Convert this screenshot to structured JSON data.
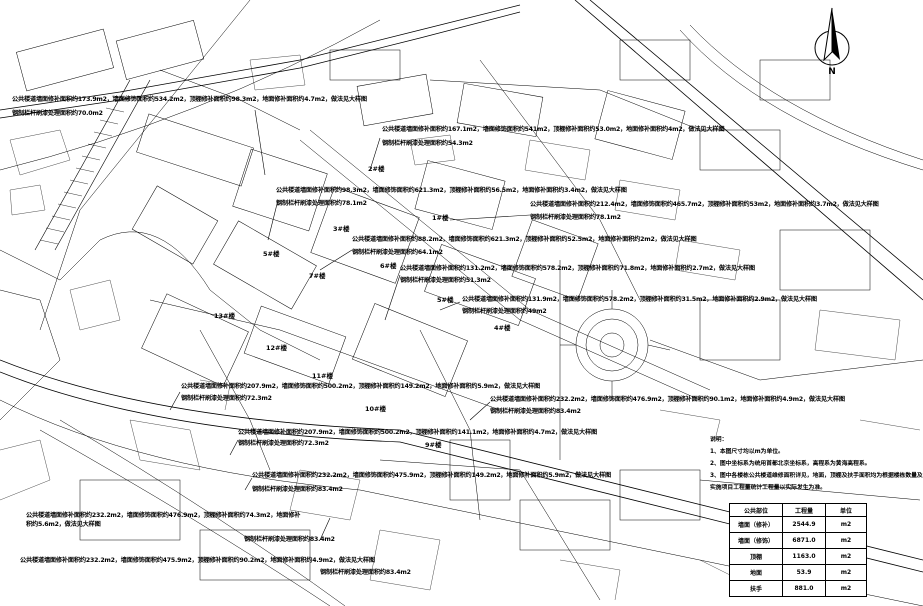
{
  "annotations": [
    {
      "id": "a1",
      "line1": "公共楼道墙面修补面积约173.9m2，墙面修饰面积约534.2m2，顶棚修补面积约98.3m2，地面修补面积约4.7m2，做法见大样图",
      "line2": "钢制栏杆刷漆处理面积约70.0m2"
    },
    {
      "id": "a2",
      "line1": "公共楼道墙面修补面积约167.1m2，墙面修饰面积约541m2，顶棚修补面积约53.0m2，地面修补面积约4m2，做法见大样图",
      "line2": "钢制栏杆刷漆处理面积约54.3m2"
    },
    {
      "id": "a3",
      "line1": "公共楼道墙面修补面积约98.3m2，墙面修饰面积约621.3m2，顶棚修补面积约56.5m2，地面修补面积约3.4m2，做法见大样图",
      "line2": "钢制栏杆刷漆处理面积约78.1m2"
    },
    {
      "id": "a4",
      "line1": "公共楼道墙面修补面积约212.4m2，墙面修饰面积约465.7m2，顶棚修补面积约53m2，地面修补面积约3.7m2，做法见大样图",
      "line2": "钢制栏杆刷漆处理面积约78.1m2"
    },
    {
      "id": "a5",
      "line1": "公共楼道墙面修补面积约88.2m2，墙面修饰面积约621.3m2，顶棚修补面积约52.5m2，地面修补面积约2m2，做法见大样图",
      "line2": "钢制栏杆刷漆处理面积约64.1m2"
    },
    {
      "id": "a6",
      "line1": "公共楼道墙面修补面积约131.2m2，墙面修饰面积约578.2m2，顶棚修补面积约71.8m2，地面修补面积约2.7m2，做法见大样图",
      "line2": "钢制栏杆刷漆处理面积约51.3m2"
    },
    {
      "id": "a7",
      "line1": "公共楼道墙面修补面积约131.9m2，墙面修饰面积约578.2m2，顶棚修补面积约31.5m2，地面修补面积约2.9m2，做法见大样图",
      "line2": "钢制栏杆刷漆处理面积约49m2"
    },
    {
      "id": "a8",
      "line1": "公共楼道墙面修补面积约207.9m2，墙面修饰面积约500.2m2，顶棚修补面积约149.2m2，地面修补面积约5.9m2，做法见大样图",
      "line2": "钢制栏杆刷漆处理面积约72.3m2"
    },
    {
      "id": "a9",
      "line1": "公共楼道墙面修补面积约232.2m2，墙面修饰面积约476.9m2，顶棚修补面积约90.1m2，地面修补面积约4.9m2，做法见大样图",
      "line2": "钢制栏杆刷漆处理面积约83.4m2"
    },
    {
      "id": "a10",
      "line1": "公共楼道墙面修补面积约207.9m2，墙面修饰面积约500.2m2，顶棚修补面积约141.1m2，地面修补面积约4.7m2，做法见大样图",
      "line2": "钢制栏杆刷漆处理面积约72.3m2"
    },
    {
      "id": "a11",
      "line1": "公共楼道墙面修补面积约232.2m2，墙面修饰面积约475.9m2，顶棚修补面积约149.2m2，地面修补面积约5.9m2，做法见大样图",
      "line2": "钢制栏杆刷漆处理面积约83.4m2"
    },
    {
      "id": "a12",
      "line1": "公共楼道墙面修补面积约232.2m2，墙面修饰面积约476.9m2，顶棚修补面积约74.3m2，地面修补",
      "line2": "积约5.6m2，做法见大样图"
    },
    {
      "id": "a13",
      "line1": "钢制栏杆刷漆处理面积约83.4m2",
      "line2": ""
    },
    {
      "id": "a14",
      "line1": "公共楼道墙面修补面积约232.2m2，墙面修饰面积约475.9m2，顶棚修补面积约90.2m2，地面修补面积约4.9m2，做法见大样图",
      "line2": "钢制栏杆刷漆处理面积约83.4m2"
    }
  ],
  "buildings": [
    "2#楼",
    "1#楼",
    "3#楼",
    "5#楼",
    "7#楼",
    "6#楼",
    "5#楼",
    "4#楼",
    "13#楼",
    "12#楼",
    "11#楼",
    "10#楼",
    "9#楼"
  ],
  "notes": {
    "title": "说明：",
    "items": [
      "1、本图尺寸均以m为单位。",
      "2、图中坐标系为统用首都北京坐标系，高程系为黄海高程系。",
      "3、图中各楼栋公共楼道维修面积详见，地面，顶棚及扶手面积均为根据楼栋数量及",
      "实施项目工程量统计工程量以实际发生为准。"
    ]
  },
  "quantities": {
    "headers": [
      "公共部位",
      "工程量",
      "单位"
    ],
    "rows": [
      [
        "墙面（修补）",
        "2544.9",
        "m2"
      ],
      [
        "墙面（修饰）",
        "6871.0",
        "m2"
      ],
      [
        "顶棚",
        "1163.0",
        "m2"
      ],
      [
        "地面",
        "53.9",
        "m2"
      ],
      [
        "扶手",
        "881.0",
        "m2"
      ]
    ]
  },
  "compass": {
    "label": "N"
  }
}
